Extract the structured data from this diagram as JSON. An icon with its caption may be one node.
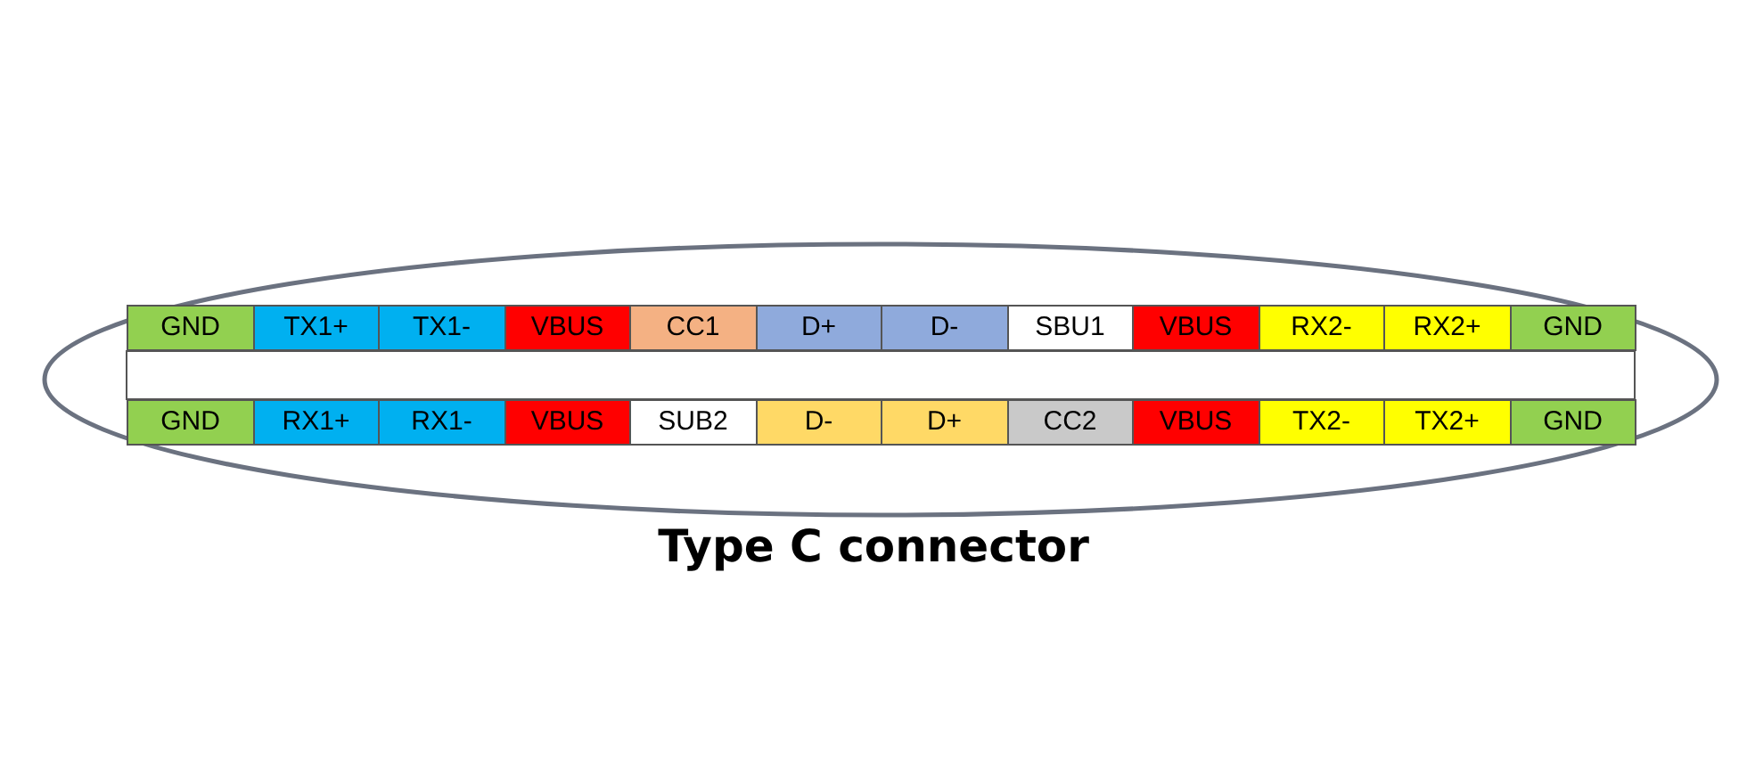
{
  "diagram": {
    "caption": "Type C connector",
    "labels": [
      "GND",
      "TX1+",
      "TX1-",
      "VBUS",
      "CC1",
      "D+",
      "D-",
      "SBU1",
      "VBUS",
      "RX2-",
      "RX2+",
      "GND",
      "GND",
      "RX1+",
      "RX1-",
      "VBUS",
      "SUB2",
      "D-",
      "D+",
      "CC2",
      "VBUS",
      "TX2-",
      "TX2+",
      "GND"
    ]
  }
}
